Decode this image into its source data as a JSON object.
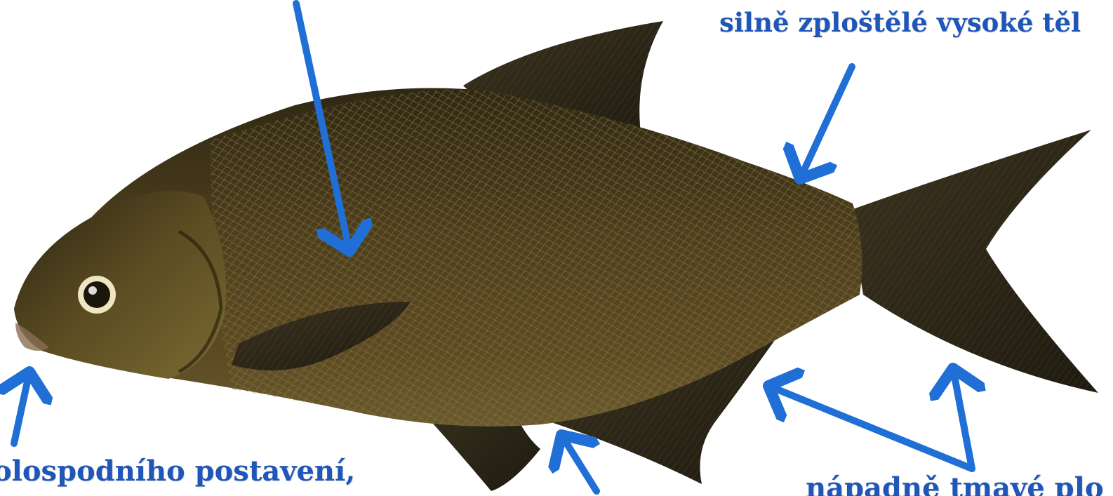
{
  "captions": {
    "body_shape": "silně zploštělé vysoké těl",
    "mouth": "olospodního postavení,",
    "fins": "nápadně tmavé plo"
  },
  "colors": {
    "arrow": "#1f6fd6",
    "caption_text": "#1f56b8",
    "fish_body": "#4a3c1f",
    "fish_fin": "#2e2818",
    "background": "#ffffff"
  },
  "subject": {
    "icon": "fish-icon"
  }
}
